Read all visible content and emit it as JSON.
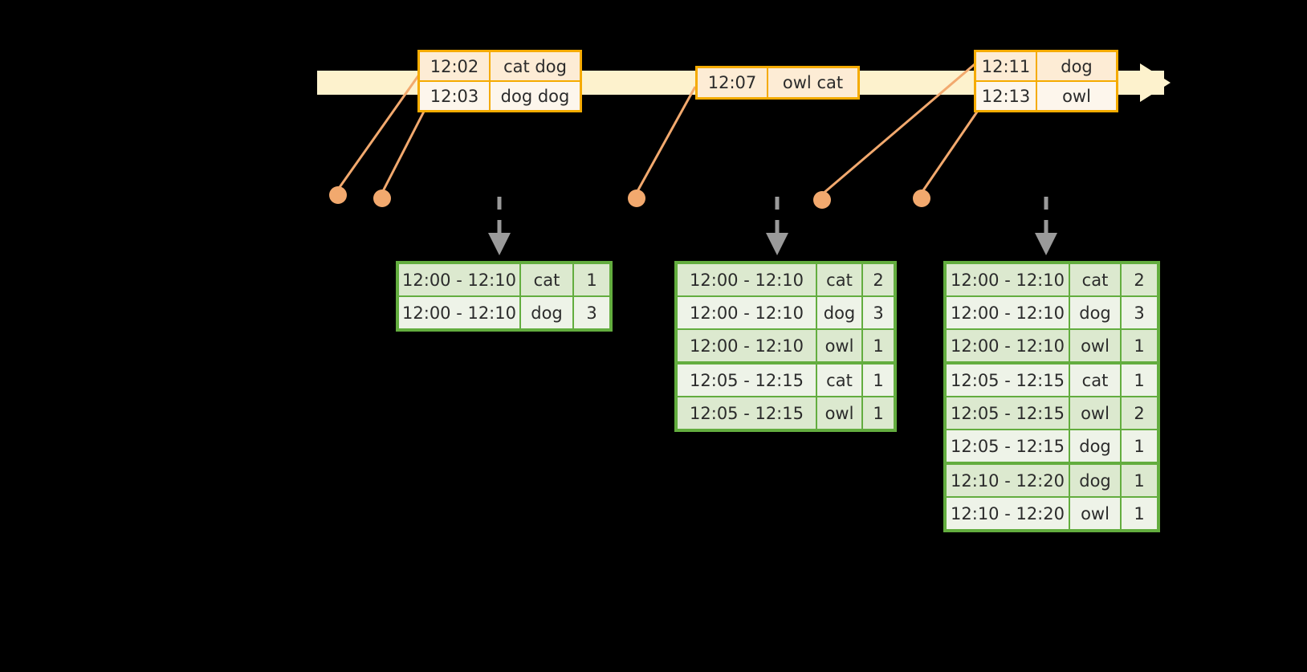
{
  "timeline": {
    "events": [
      {
        "id": "event-group-1",
        "rows": [
          {
            "time": "12:02",
            "value": "cat dog"
          },
          {
            "time": "12:03",
            "value": "dog dog"
          }
        ]
      },
      {
        "id": "event-group-2",
        "rows": [
          {
            "time": "12:07",
            "value": "owl cat"
          }
        ]
      },
      {
        "id": "event-group-3",
        "rows": [
          {
            "time": "12:11",
            "value": "dog"
          },
          {
            "time": "12:13",
            "value": "owl"
          }
        ]
      }
    ]
  },
  "results": [
    {
      "id": "result-table-1",
      "groups": [
        {
          "rows": [
            {
              "window": "12:00 - 12:10",
              "key": "cat",
              "count": "1"
            },
            {
              "window": "12:00 - 12:10",
              "key": "dog",
              "count": "3"
            }
          ]
        }
      ]
    },
    {
      "id": "result-table-2",
      "groups": [
        {
          "rows": [
            {
              "window": "12:00 - 12:10",
              "key": "cat",
              "count": "2"
            },
            {
              "window": "12:00 - 12:10",
              "key": "dog",
              "count": "3"
            },
            {
              "window": "12:00 - 12:10",
              "key": "owl",
              "count": "1"
            }
          ]
        },
        {
          "rows": [
            {
              "window": "12:05 - 12:15",
              "key": "cat",
              "count": "1"
            },
            {
              "window": "12:05 - 12:15",
              "key": "owl",
              "count": "1"
            }
          ]
        }
      ]
    },
    {
      "id": "result-table-3",
      "groups": [
        {
          "rows": [
            {
              "window": "12:00 - 12:10",
              "key": "cat",
              "count": "2"
            },
            {
              "window": "12:00 - 12:10",
              "key": "dog",
              "count": "3"
            },
            {
              "window": "12:00 - 12:10",
              "key": "owl",
              "count": "1"
            }
          ]
        },
        {
          "rows": [
            {
              "window": "12:05 - 12:15",
              "key": "cat",
              "count": "1"
            },
            {
              "window": "12:05 - 12:15",
              "key": "owl",
              "count": "2"
            },
            {
              "window": "12:05 - 12:15",
              "key": "dog",
              "count": "1"
            }
          ]
        },
        {
          "rows": [
            {
              "window": "12:10 - 12:20",
              "key": "dog",
              "count": "1"
            },
            {
              "window": "12:10 - 12:20",
              "key": "owl",
              "count": "1"
            }
          ]
        }
      ]
    }
  ],
  "colors": {
    "background": "#000000",
    "timeline_fill": "#fdf2cd",
    "event_border": "#f5ab00",
    "event_fill": "#fdecd5",
    "dot": "#f2a96e",
    "table_border": "#63ad3f",
    "table_fill": "#dce9cf",
    "table_fill_alt": "#eef3e8",
    "arrow": "#9a9a9a"
  }
}
